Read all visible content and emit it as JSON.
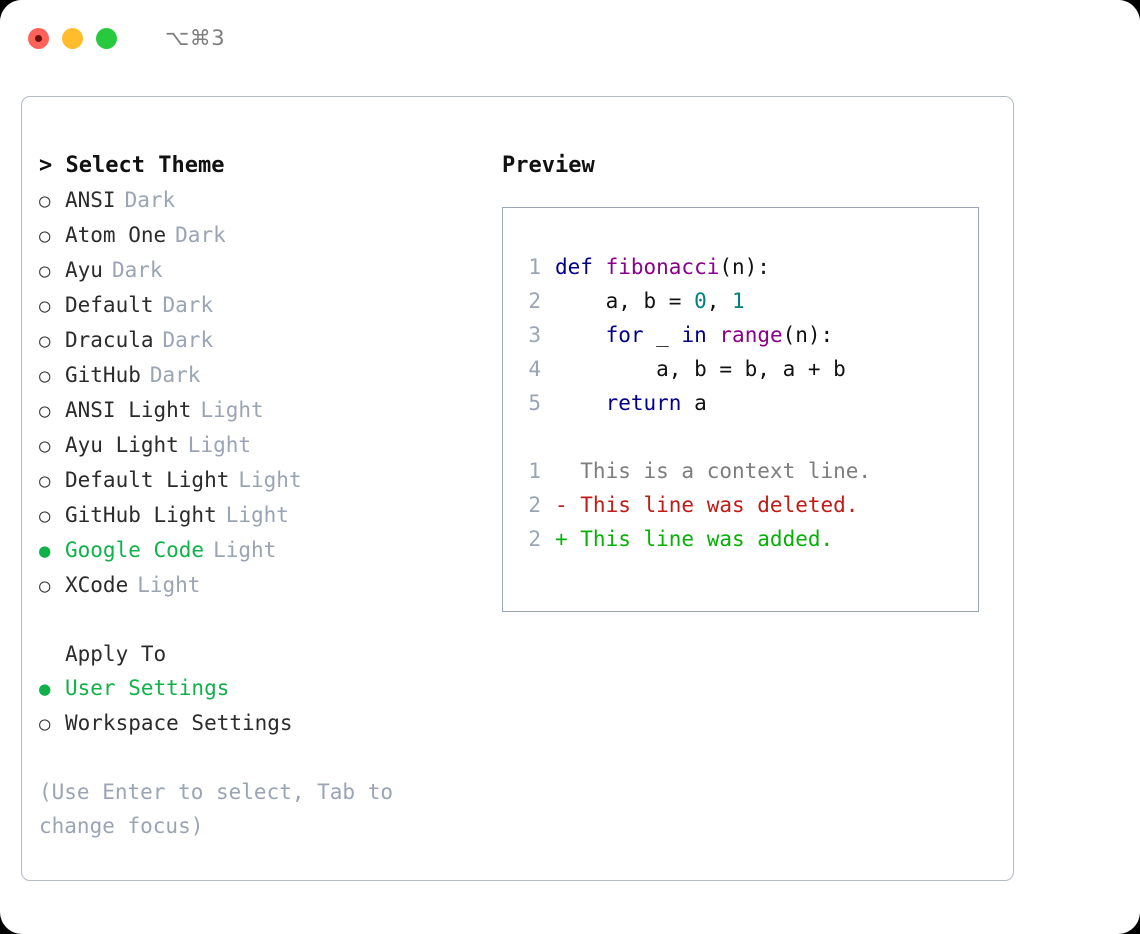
{
  "titlebar": {
    "shortcut": "⌥⌘3",
    "lights": [
      "close",
      "minimize",
      "zoom"
    ]
  },
  "theme_picker": {
    "heading": "> Select Theme",
    "heading_caret": ">",
    "heading_text": "Select Theme",
    "marker_unselected": "○",
    "marker_selected": "●",
    "items": [
      {
        "name": "ANSI",
        "kind": "Dark",
        "selected": false
      },
      {
        "name": "Atom One",
        "kind": "Dark",
        "selected": false
      },
      {
        "name": "Ayu",
        "kind": "Dark",
        "selected": false
      },
      {
        "name": "Default",
        "kind": "Dark",
        "selected": false
      },
      {
        "name": "Dracula",
        "kind": "Dark",
        "selected": false
      },
      {
        "name": "GitHub",
        "kind": "Dark",
        "selected": false
      },
      {
        "name": "ANSI Light",
        "kind": "Light",
        "selected": false
      },
      {
        "name": "Ayu Light",
        "kind": "Light",
        "selected": false
      },
      {
        "name": "Default Light",
        "kind": "Light",
        "selected": false
      },
      {
        "name": "GitHub Light",
        "kind": "Light",
        "selected": false
      },
      {
        "name": "Google Code",
        "kind": "Light",
        "selected": true
      },
      {
        "name": "XCode",
        "kind": "Light",
        "selected": false
      }
    ]
  },
  "apply_to": {
    "heading": "Apply To",
    "items": [
      {
        "name": "User Settings",
        "selected": true
      },
      {
        "name": "Workspace Settings",
        "selected": false
      }
    ]
  },
  "hint": "(Use Enter to select, Tab to change focus)",
  "preview": {
    "title": "Preview",
    "code_lines": [
      {
        "no": "1",
        "tokens": [
          {
            "t": "def ",
            "c": "kw"
          },
          {
            "t": "fibonacci",
            "c": "fn"
          },
          {
            "t": "(n):",
            "c": "pl"
          }
        ]
      },
      {
        "no": "2",
        "tokens": [
          {
            "t": "    a, b = ",
            "c": "pl"
          },
          {
            "t": "0",
            "c": "num"
          },
          {
            "t": ", ",
            "c": "pl"
          },
          {
            "t": "1",
            "c": "num"
          }
        ]
      },
      {
        "no": "3",
        "tokens": [
          {
            "t": "    ",
            "c": "pl"
          },
          {
            "t": "for",
            "c": "kw"
          },
          {
            "t": " _ ",
            "c": "pl"
          },
          {
            "t": "in",
            "c": "kw"
          },
          {
            "t": " ",
            "c": "pl"
          },
          {
            "t": "range",
            "c": "fn"
          },
          {
            "t": "(n):",
            "c": "pl"
          }
        ]
      },
      {
        "no": "4",
        "tokens": [
          {
            "t": "        a, b = b, a + b",
            "c": "pl"
          }
        ]
      },
      {
        "no": "5",
        "tokens": [
          {
            "t": "    ",
            "c": "pl"
          },
          {
            "t": "return",
            "c": "kw"
          },
          {
            "t": " a",
            "c": "pl"
          }
        ]
      }
    ],
    "diff_lines": [
      {
        "no": "1",
        "sign": " ",
        "text": " This is a context line.",
        "kind": "ctx"
      },
      {
        "no": "2",
        "sign": "-",
        "text": " This line was deleted.",
        "kind": "del"
      },
      {
        "no": "2",
        "sign": "+",
        "text": " This line was added.",
        "kind": "add"
      }
    ]
  },
  "colors": {
    "accent_green": "#11b14a",
    "muted": "#9aa4b4",
    "keyword": "#00008b",
    "function": "#8b008b",
    "number": "#00807f",
    "diff_delete": "#c21a14",
    "diff_add": "#07b007",
    "border": "#b2bac6",
    "light_red": "#ff6259",
    "light_yellow": "#ffbd2e",
    "light_green": "#28c93f"
  }
}
